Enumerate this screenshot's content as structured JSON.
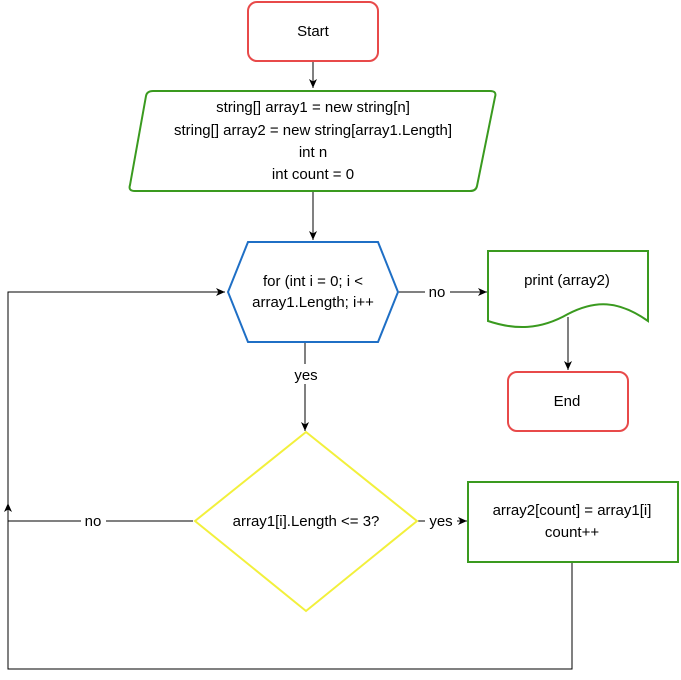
{
  "colors": {
    "start_end_border": "#e84a4a",
    "io_border": "#3a9a1f",
    "loop_border": "#1f6fc5",
    "decision_border": "#f2f03c",
    "edge": "#000000"
  },
  "nodes": {
    "start": {
      "label": "Start"
    },
    "declarations": {
      "lines": [
        "string[] array1 = new string[n]",
        "string[] array2 = new string[array1.Length]",
        "int n",
        "int count = 0"
      ]
    },
    "for_loop": {
      "lines": [
        "for (int i = 0; i <",
        "array1.Length; i++"
      ]
    },
    "print": {
      "label": "print (array2)"
    },
    "end": {
      "label": "End"
    },
    "condition": {
      "label": "array1[i].Length <= 3?"
    },
    "assign": {
      "lines": [
        "array2[count] = array1[i]",
        "count++"
      ]
    }
  },
  "edges": {
    "loop_no": "no",
    "loop_yes": "yes",
    "cond_yes": "yes",
    "cond_no": "no"
  }
}
